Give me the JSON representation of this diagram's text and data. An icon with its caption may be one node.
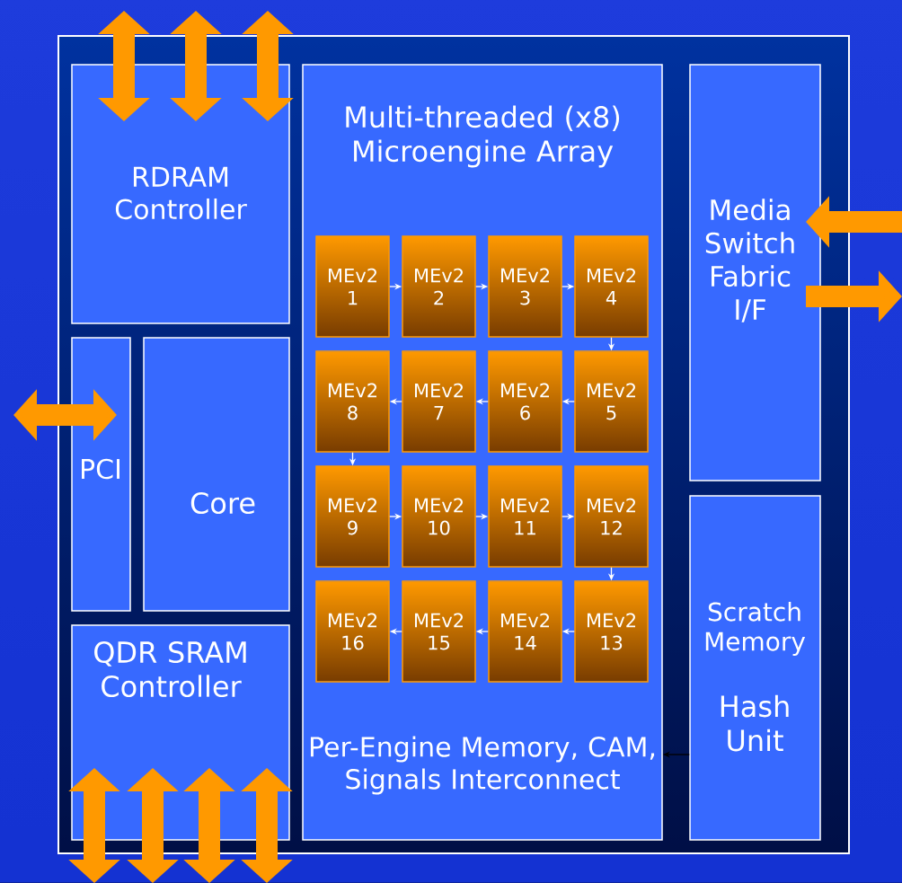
{
  "diagram": {
    "nodes": [
      {
        "text": [],
        "shape": "box"
      },
      {
        "text": [
          "RDRAM Controller"
        ],
        "in": 0
      },
      {
        "text": [
          "Multi-threaded (x8) Microengine Array",
          "Per-Engine Memory, CAM, Signals Interconnect"
        ],
        "in": 0
      },
      {
        "text": [
          "MEv2 1"
        ],
        "in": 2
      },
      {
        "text": [
          "MEv2 2"
        ],
        "in": 2
      },
      {
        "text": [
          "MEv2 3"
        ],
        "in": 2
      },
      {
        "text": [
          "MEv2 4"
        ],
        "in": 2
      },
      {
        "text": [
          "MEv2 8"
        ],
        "in": 2
      },
      {
        "text": [
          "MEv2 7"
        ],
        "in": 2
      },
      {
        "text": [
          "MEv2 6"
        ],
        "in": 2
      },
      {
        "text": [
          "MEv2 5"
        ],
        "in": 2
      },
      {
        "text": [
          "MEv2 9"
        ],
        "in": 2
      },
      {
        "text": [
          "MEv2 10"
        ],
        "in": 2
      },
      {
        "text": [
          "MEv2 11"
        ],
        "in": 2
      },
      {
        "text": [
          "MEv2 12"
        ],
        "in": 2
      },
      {
        "text": [
          "MEv2 16"
        ],
        "in": 2
      },
      {
        "text": [
          "MEv2 15"
        ],
        "in": 2
      },
      {
        "text": [
          "MEv2 14"
        ],
        "in": 2
      },
      {
        "text": [
          "MEv2 13"
        ],
        "in": 2
      },
      {
        "text": [
          "Media Switch Fabric I/F"
        ],
        "in": 0
      },
      {
        "text": [
          "PCI"
        ],
        "in": 0
      },
      {
        "text": [
          "Core"
        ],
        "in": 0
      },
      {
        "text": [
          "QDR SRAM Controller"
        ],
        "in": 0
      },
      {
        "text": [
          "Scratch Memory",
          "Hash Unit"
        ],
        "in": 0
      }
    ],
    "edges": [
      {
        "from": 3,
        "to": 4,
        "arrow": "to"
      },
      {
        "from": 4,
        "to": 5,
        "arrow": "to"
      },
      {
        "from": 5,
        "to": 6,
        "arrow": "to"
      },
      {
        "from": 6,
        "to": 10,
        "arrow": "to"
      },
      {
        "from": 10,
        "to": 9,
        "arrow": "to"
      },
      {
        "from": 9,
        "to": 8,
        "arrow": "to"
      },
      {
        "from": 8,
        "to": 7,
        "arrow": "to"
      },
      {
        "from": 7,
        "to": 11,
        "arrow": "to"
      },
      {
        "from": 11,
        "to": 12,
        "arrow": "to"
      },
      {
        "from": 12,
        "to": 13,
        "arrow": "to"
      },
      {
        "from": 13,
        "to": 14,
        "arrow": "to"
      },
      {
        "from": 14,
        "to": 18,
        "arrow": "to"
      },
      {
        "from": 18,
        "to": 17,
        "arrow": "to"
      },
      {
        "from": 17,
        "to": 16,
        "arrow": "to"
      },
      {
        "from": 16,
        "to": 15,
        "arrow": "to"
      },
      {
        "from": 1,
        "to": null,
        "arrow": "both",
        "style": "thick",
        "color": "#ff9900"
      },
      {
        "from": 1,
        "to": null,
        "arrow": "both",
        "style": "thick",
        "color": "#ff9900"
      },
      {
        "from": 1,
        "to": null,
        "arrow": "both",
        "style": "thick",
        "color": "#ff9900"
      },
      {
        "from": 20,
        "to": null,
        "arrow": "both",
        "style": "thick",
        "color": "#ff9900"
      },
      {
        "from": null,
        "to": 19,
        "arrow": "to",
        "style": "thick",
        "color": "#ff9900"
      },
      {
        "from": 19,
        "to": null,
        "arrow": "to",
        "style": "thick",
        "color": "#ff9900"
      },
      {
        "from": 22,
        "to": null,
        "arrow": "both",
        "style": "thick",
        "color": "#ff9900"
      },
      {
        "from": 22,
        "to": null,
        "arrow": "both",
        "style": "thick",
        "color": "#ff9900"
      },
      {
        "from": 22,
        "to": null,
        "arrow": "both",
        "style": "thick",
        "color": "#ff9900"
      },
      {
        "from": 22,
        "to": null,
        "arrow": "both",
        "style": "thick",
        "color": "#ff9900"
      },
      {
        "from": 23,
        "to": 2,
        "arrow": "to",
        "color": "#000000"
      }
    ]
  }
}
